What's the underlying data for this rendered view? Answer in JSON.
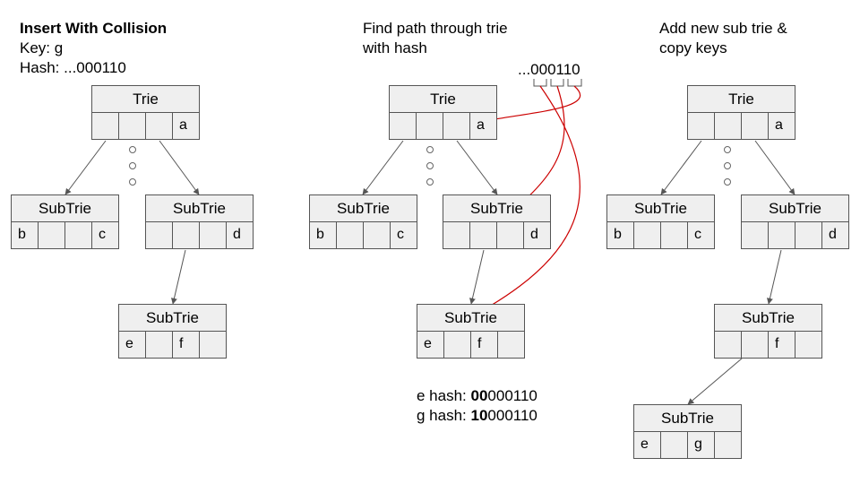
{
  "panel1": {
    "title": "Insert With Collision",
    "key": "Key: g",
    "hash": "Hash: ...000110",
    "trie": {
      "label": "Trie",
      "cells": [
        "",
        "",
        "",
        "a"
      ]
    },
    "subtrie_left": {
      "label": "SubTrie",
      "cells": [
        "b",
        "",
        "",
        "c"
      ]
    },
    "subtrie_right": {
      "label": "SubTrie",
      "cells": [
        "",
        "",
        "",
        "d"
      ]
    },
    "subtrie_bottom": {
      "label": "SubTrie",
      "cells": [
        "e",
        "",
        "f",
        ""
      ]
    }
  },
  "panel2": {
    "title_line1": "Find path through trie",
    "title_line2": "with hash",
    "hash_bits": "...000110",
    "trie": {
      "label": "Trie",
      "cells": [
        "",
        "",
        "",
        "a"
      ]
    },
    "subtrie_left": {
      "label": "SubTrie",
      "cells": [
        "b",
        "",
        "",
        "c"
      ]
    },
    "subtrie_right": {
      "label": "SubTrie",
      "cells": [
        "",
        "",
        "",
        "d"
      ]
    },
    "subtrie_bottom": {
      "label": "SubTrie",
      "cells": [
        "e",
        "",
        "f",
        ""
      ]
    },
    "e_hash": {
      "prefix": "e hash: ",
      "bold": "00",
      "rest": "000110"
    },
    "g_hash": {
      "prefix": "g hash: ",
      "bold": "10",
      "rest": "000110"
    }
  },
  "panel3": {
    "title_line1": "Add new sub trie &",
    "title_line2": "copy keys",
    "trie": {
      "label": "Trie",
      "cells": [
        "",
        "",
        "",
        "a"
      ]
    },
    "subtrie_left": {
      "label": "SubTrie",
      "cells": [
        "b",
        "",
        "",
        "c"
      ]
    },
    "subtrie_right": {
      "label": "SubTrie",
      "cells": [
        "",
        "",
        "",
        "d"
      ]
    },
    "subtrie_mid": {
      "label": "SubTrie",
      "cells": [
        "",
        "",
        "f",
        ""
      ]
    },
    "subtrie_new": {
      "label": "SubTrie",
      "cells": [
        "e",
        "",
        "g",
        ""
      ]
    }
  },
  "colors": {
    "path": "#cc0000",
    "box_fill": "#efefef",
    "border": "#555555"
  }
}
